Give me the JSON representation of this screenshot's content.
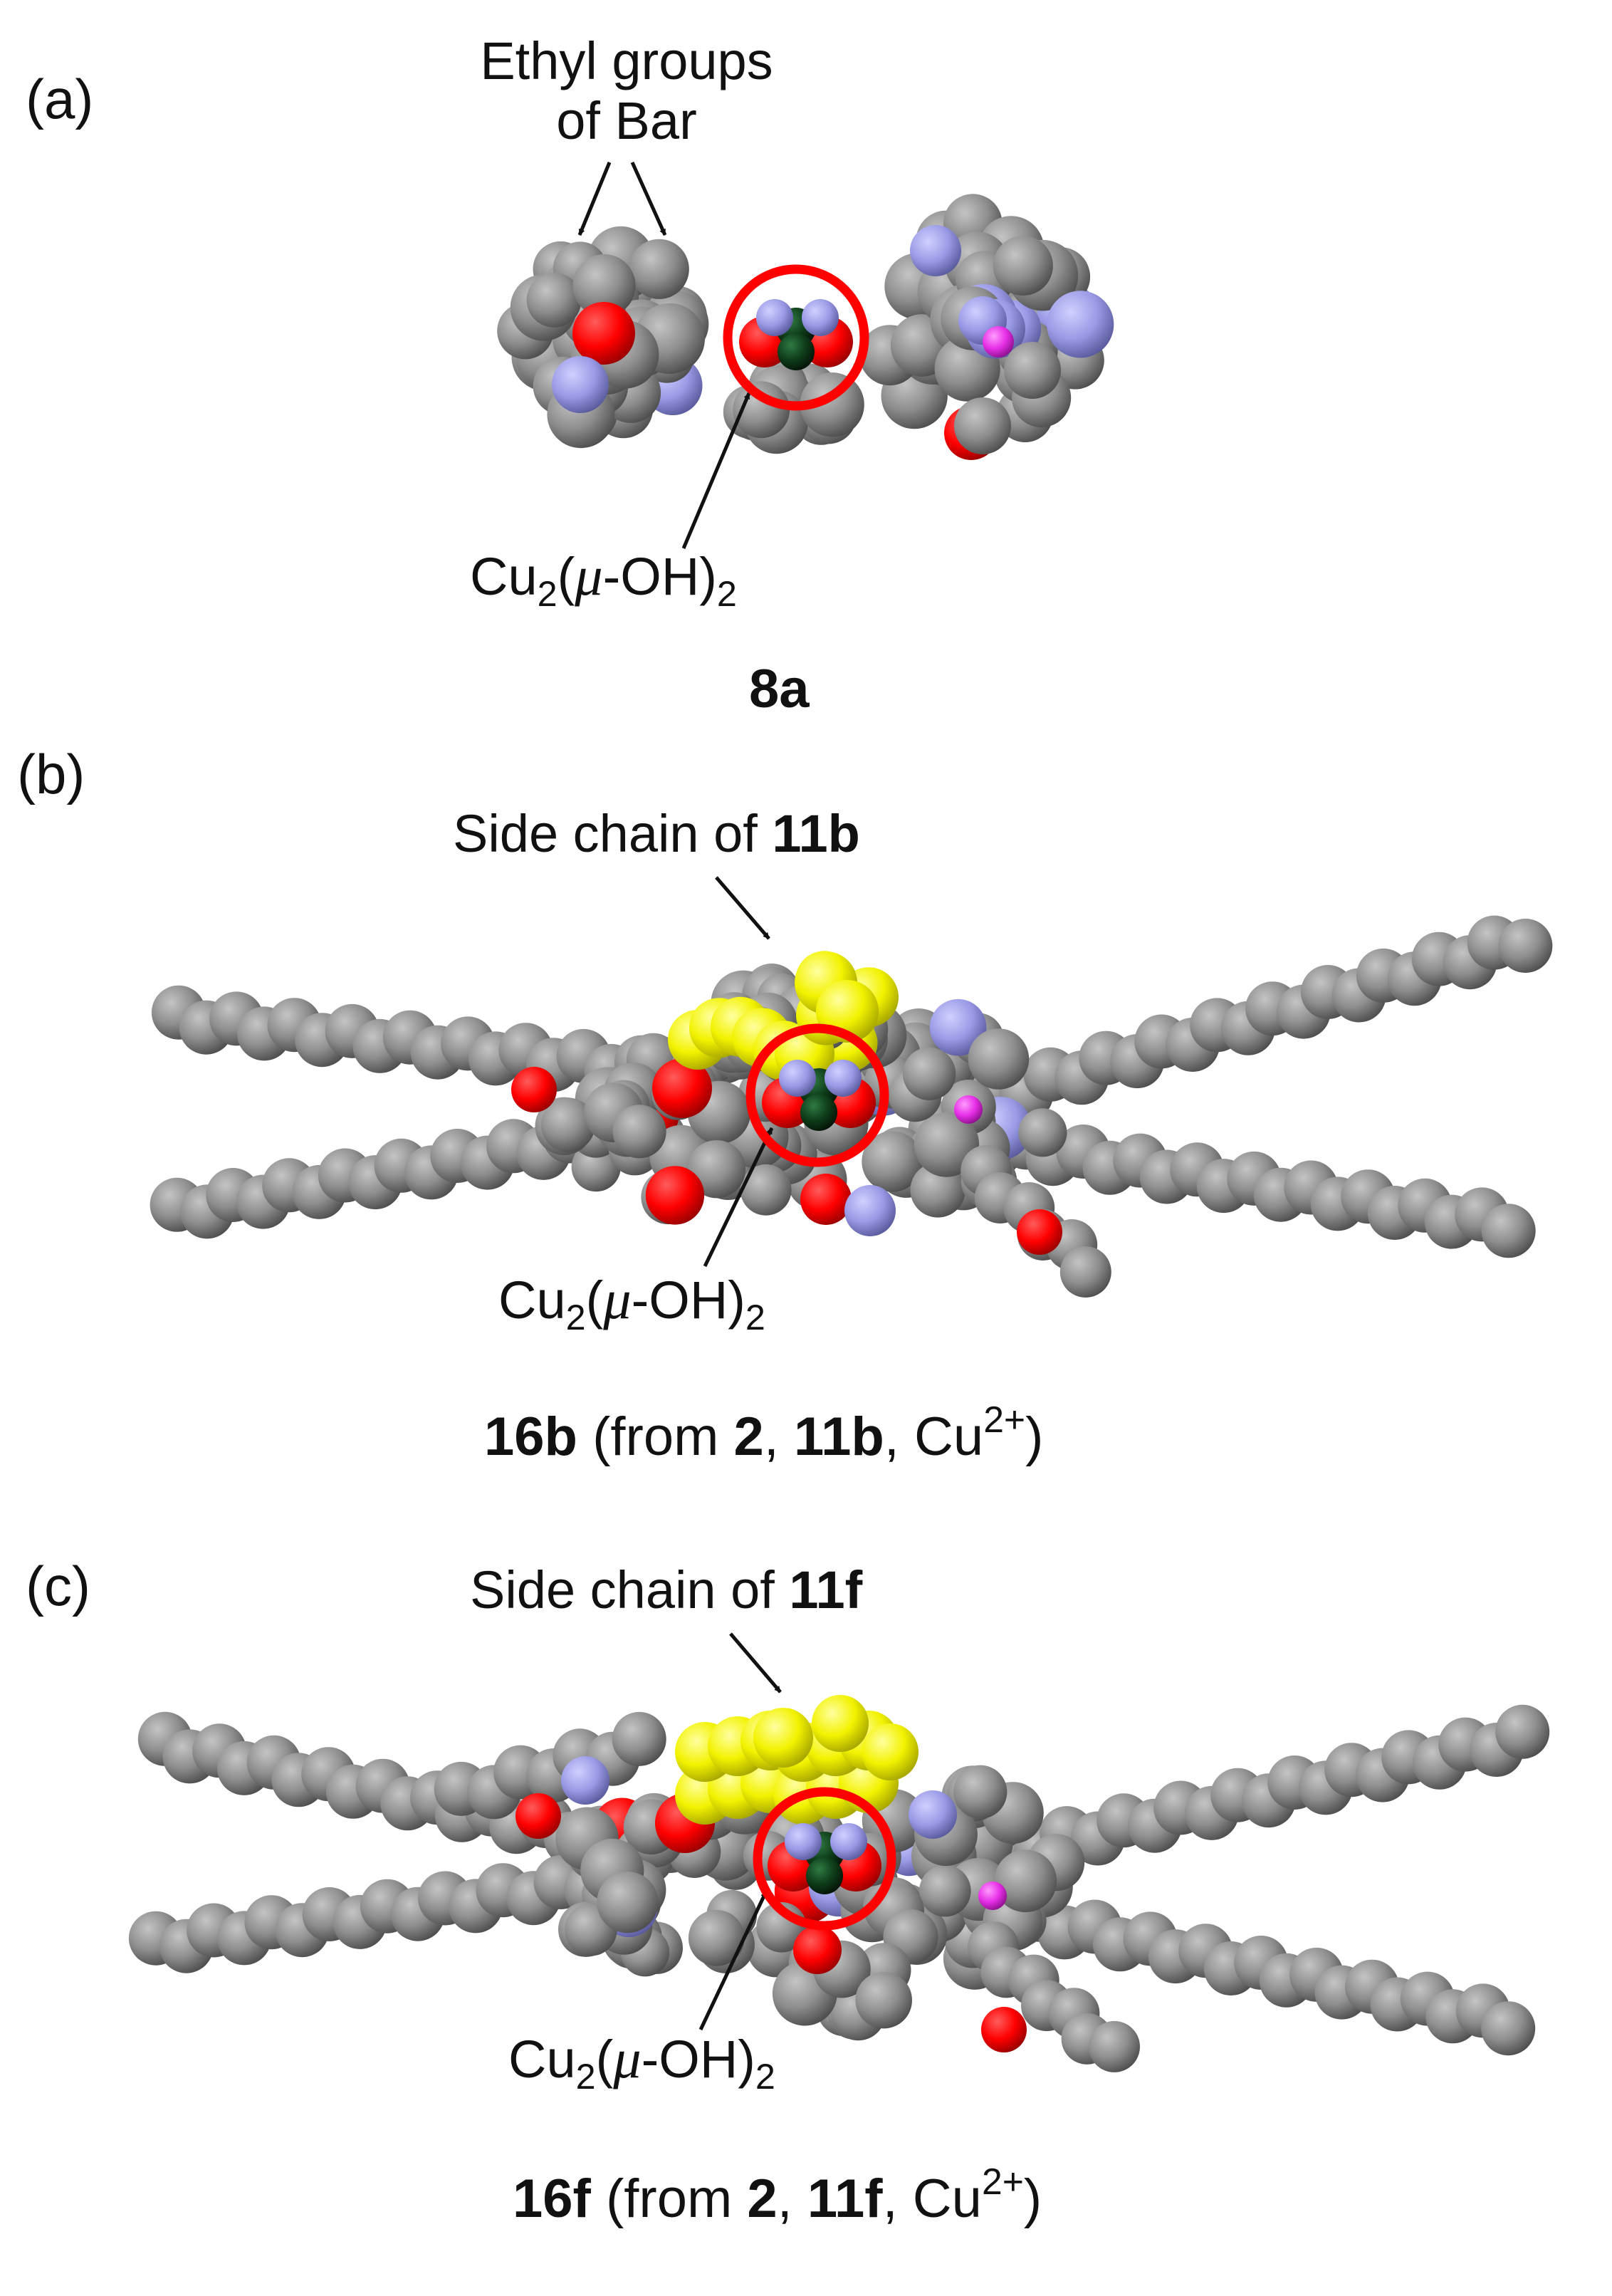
{
  "figure": {
    "colors": {
      "carbon": "#8e8e8e",
      "carbon_light": "#c4c4c4",
      "carbon_dark": "#4e4e4e",
      "oxygen": "#ff0000",
      "nitrogen": "#9a9ae6",
      "copper": "#0f3d1a",
      "metal_center": "#e62fe6",
      "side_chain": "#f2f200",
      "highlight_circle": "#ff0000",
      "arrow": "#111111"
    },
    "panels": [
      {
        "id": "a",
        "letter": "(a)",
        "annotation": [
          "Ethyl groups",
          "of Bar"
        ],
        "core_label": {
          "prefix": "Cu",
          "sub1": "2",
          "paren_open": "(",
          "mu": "μ",
          "middle": "-OH)",
          "sub2": "2"
        },
        "caption": {
          "bold": "8a"
        }
      },
      {
        "id": "b",
        "letter": "(b)",
        "annotation": {
          "text": "Side chain of ",
          "bold": "11b"
        },
        "core_label": {
          "prefix": "Cu",
          "sub1": "2",
          "paren_open": "(",
          "mu": "μ",
          "middle": "-OH)",
          "sub2": "2"
        },
        "caption": {
          "bold1": "16b",
          "t1": " (from ",
          "bold2": "2",
          "t2": ", ",
          "bold3": "11b",
          "t3": ", Cu",
          "sup": "2+",
          "t4": ")"
        }
      },
      {
        "id": "c",
        "letter": "(c)",
        "annotation": {
          "text": "Side chain of ",
          "bold": "11f"
        },
        "core_label": {
          "prefix": "Cu",
          "sub1": "2",
          "paren_open": "(",
          "mu": "μ",
          "middle": "-OH)",
          "sub2": "2"
        },
        "caption": {
          "bold1": "16f",
          "t1": " (from ",
          "bold2": "2",
          "t2": ", ",
          "bold3": "11f",
          "t3": ", Cu",
          "sup": "2+",
          "t4": ")"
        }
      }
    ]
  }
}
